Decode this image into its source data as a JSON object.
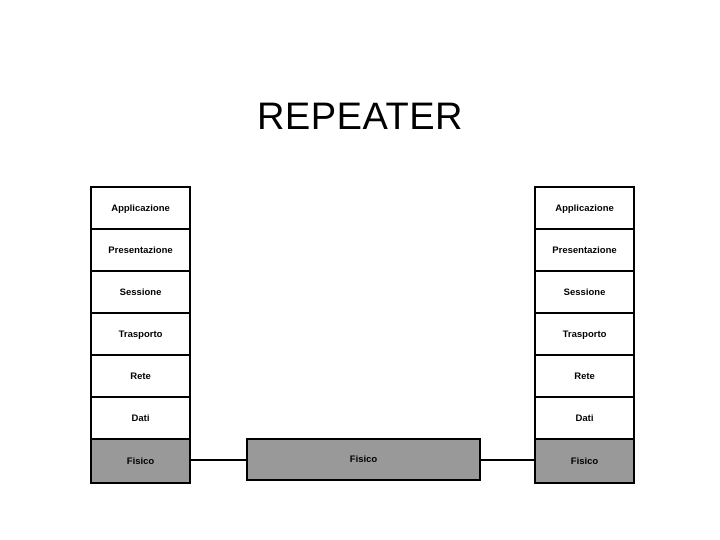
{
  "slide": {
    "title": "REPEATER",
    "background_color": "#ffffff"
  },
  "colors": {
    "highlight_gray": "#999999",
    "border_black": "#000000",
    "box_white": "#ffffff"
  },
  "osi_stacks": {
    "layer_labels": [
      "Applicazione",
      "Presentazione",
      "Sessione",
      "Trasporto",
      "Rete",
      "Dati",
      "Fisico"
    ],
    "left": {
      "layers": [
        {
          "label": "Applicazione",
          "highlighted": false
        },
        {
          "label": "Presentazione",
          "highlighted": false
        },
        {
          "label": "Sessione",
          "highlighted": false
        },
        {
          "label": "Trasporto",
          "highlighted": false
        },
        {
          "label": "Rete",
          "highlighted": false
        },
        {
          "label": "Dati",
          "highlighted": false
        },
        {
          "label": "Fisico",
          "highlighted": true
        }
      ]
    },
    "right": {
      "layers": [
        {
          "label": "Applicazione",
          "highlighted": false
        },
        {
          "label": "Presentazione",
          "highlighted": false
        },
        {
          "label": "Sessione",
          "highlighted": false
        },
        {
          "label": "Trasporto",
          "highlighted": false
        },
        {
          "label": "Rete",
          "highlighted": false
        },
        {
          "label": "Dati",
          "highlighted": false
        },
        {
          "label": "Fisico",
          "highlighted": true
        }
      ]
    }
  },
  "repeater": {
    "label": "Fisico",
    "highlighted": true
  }
}
